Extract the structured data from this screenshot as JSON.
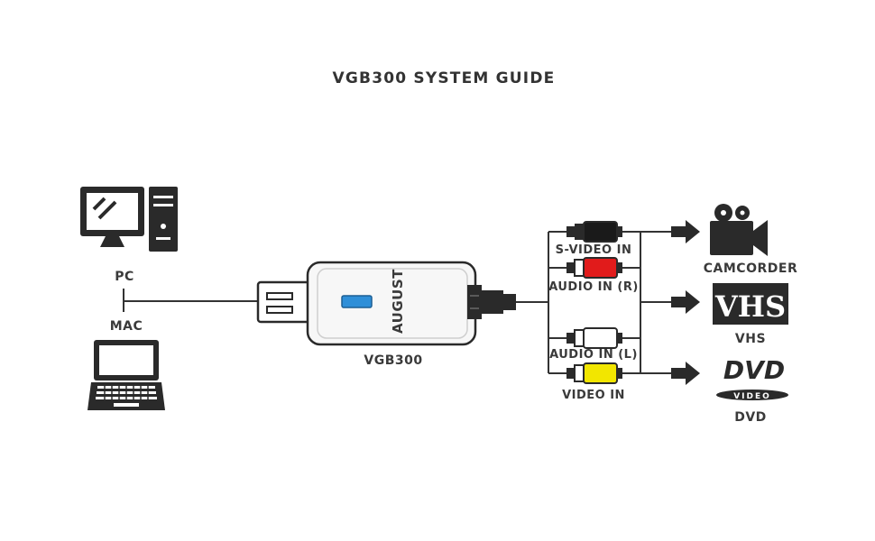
{
  "title": "VGB300 SYSTEM GUIDE",
  "computers": {
    "pc_label": "PC",
    "mac_label": "MAC"
  },
  "device": {
    "label": "VGB300",
    "brand": "AUGUST"
  },
  "connectors": {
    "svideo": "S-VIDEO IN",
    "audio_r": "AUDIO IN (R)",
    "audio_l": "AUDIO IN (L)",
    "video": "VIDEO IN"
  },
  "sources": {
    "camcorder": "CAMCORDER",
    "vhs": "VHS",
    "vhs_logo": "VHS",
    "dvd": "DVD",
    "dvd_logo": "DVD",
    "dvd_video": "VIDEO"
  },
  "colors": {
    "svideo": "#1a1a1a",
    "audio_r": "#e11b1b",
    "audio_l": "#ffffff",
    "video": "#f2e600",
    "accent_blue": "#2f8fd8"
  }
}
